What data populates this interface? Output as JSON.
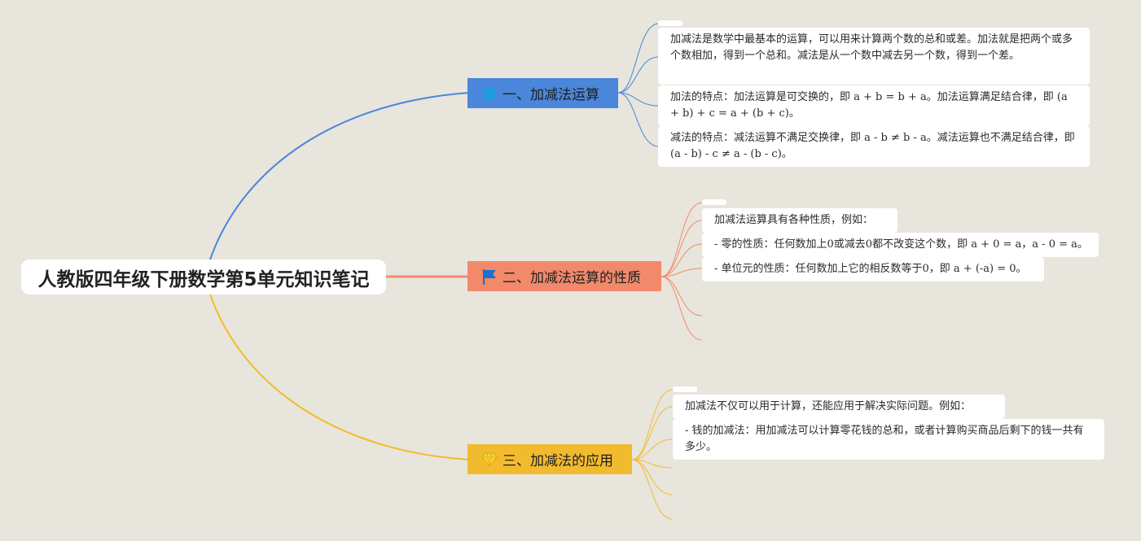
{
  "root": {
    "title": "人教版四年级下册数学第5单元知识笔记"
  },
  "colors": {
    "background": "#e8e5dc",
    "branch1": "#4a86d9",
    "branch2": "#f2896b",
    "branch3": "#f2bb2f"
  },
  "branches": [
    {
      "title": "一、加减法运算",
      "icon": "square-icon",
      "leaves": [
        "加减法是数学中最基本的运算，可以用来计算两个数的总和或差。加法就是把两个或多个数相加，得到一个总和。减法是从一个数中减去另一个数，得到一个差。",
        "加法的特点：加法运算是可交换的，即 a + b = b + a。加法运算满足结合律，即 (a + b) + c = a + (b + c)。",
        "减法的特点：减法运算不满足交换律，即 a - b ≠ b - a。减法运算也不满足结合律，即 (a - b) - c ≠ a - (b - c)。"
      ]
    },
    {
      "title": "二、加减法运算的性质",
      "icon": "flag-icon",
      "leaves": [
        "加减法运算具有各种性质，例如：",
        "- 零的性质：任何数加上0或减去0都不改变这个数，即 a + 0 = a，a - 0 = a。",
        "- 单位元的性质：任何数加上它的相反数等于0，即 a + (-a) = 0。"
      ]
    },
    {
      "title": "三、加减法的应用",
      "icon": "diamond-icon",
      "leaves": [
        "加减法不仅可以用于计算，还能应用于解决实际问题。例如：",
        "- 钱的加减法：用加减法可以计算零花钱的总和，或者计算购买商品后剩下的钱一共有多少。"
      ]
    }
  ]
}
